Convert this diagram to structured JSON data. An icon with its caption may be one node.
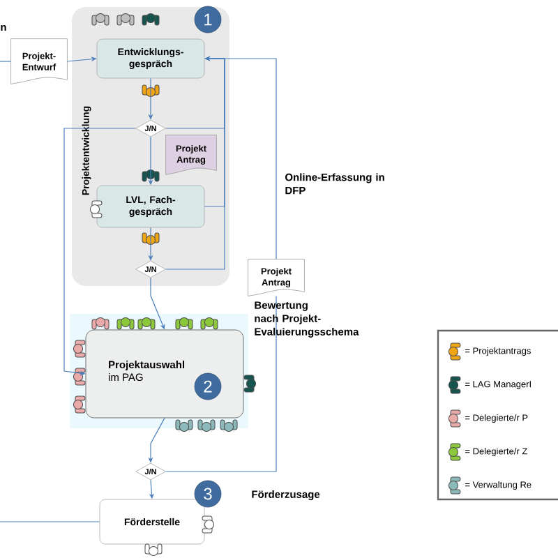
{
  "diagram": {
    "nodes": [
      {
        "text": [
          "Projektentwicklung"
        ]
      },
      {
        "text": [
          "1"
        ],
        "in": 0
      },
      {
        "text": [
          "Entwicklungs-gespräch"
        ],
        "in": 0
      },
      {
        "text": [
          "J/N"
        ],
        "in": 0
      },
      {
        "text": [
          "Projekt Antrag"
        ],
        "in": 0
      },
      {
        "text": [
          "LVL, Fach-gespräch"
        ],
        "in": 0
      },
      {
        "text": [
          "J/N"
        ],
        "in": 0
      },
      {
        "text": [
          "Projekt-Entwurf"
        ]
      },
      {
        "text": [
          "Projekt Antrag"
        ]
      },
      {
        "text": [
          "Projektauswahl",
          "im PAG"
        ]
      },
      {
        "text": [
          "2"
        ],
        "in": 9
      },
      {
        "text": [
          "J/N"
        ]
      },
      {
        "text": [
          "Förderstelle"
        ]
      },
      {
        "text": [
          "3"
        ]
      }
    ],
    "edges": [
      {
        "from": null,
        "to": 7,
        "arrow": "none"
      },
      {
        "from": 7,
        "to": 2,
        "arrow": "to"
      },
      {
        "from": 2,
        "to": 3,
        "arrow": "to"
      },
      {
        "from": 3,
        "to": 5,
        "arrow": "to"
      },
      {
        "from": 5,
        "to": 6,
        "arrow": "to"
      },
      {
        "from": 6,
        "to": 9,
        "arrow": "to"
      },
      {
        "from": 9,
        "to": 11,
        "arrow": "to"
      },
      {
        "from": 11,
        "to": 12,
        "arrow": "to"
      },
      {
        "from": 3,
        "to": 2,
        "arrow": "to"
      },
      {
        "from": 5,
        "to": 2,
        "arrow": "to"
      },
      {
        "from": 6,
        "to": 2,
        "arrow": "to"
      },
      {
        "from": 3,
        "to": 9,
        "arrow": "to"
      },
      {
        "from": 11,
        "to": 8,
        "arrow": "none"
      },
      {
        "from": 8,
        "to": 2,
        "arrow": "to"
      },
      {
        "from": 12,
        "to": null,
        "arrow": "none"
      }
    ],
    "labels": [
      "n",
      "Online-Erfassung in DFP",
      "Bewertung nach Projekt-Evaluierungsschema",
      "Förderzusage"
    ],
    "legend": [
      {
        "text": "= Projektantrags"
      },
      {
        "text": "= LAG ManagerI"
      },
      {
        "text": "= Delegierte/r P"
      },
      {
        "text": "= Delegierte/r Z"
      },
      {
        "text": "= Verwaltung Re"
      }
    ]
  }
}
